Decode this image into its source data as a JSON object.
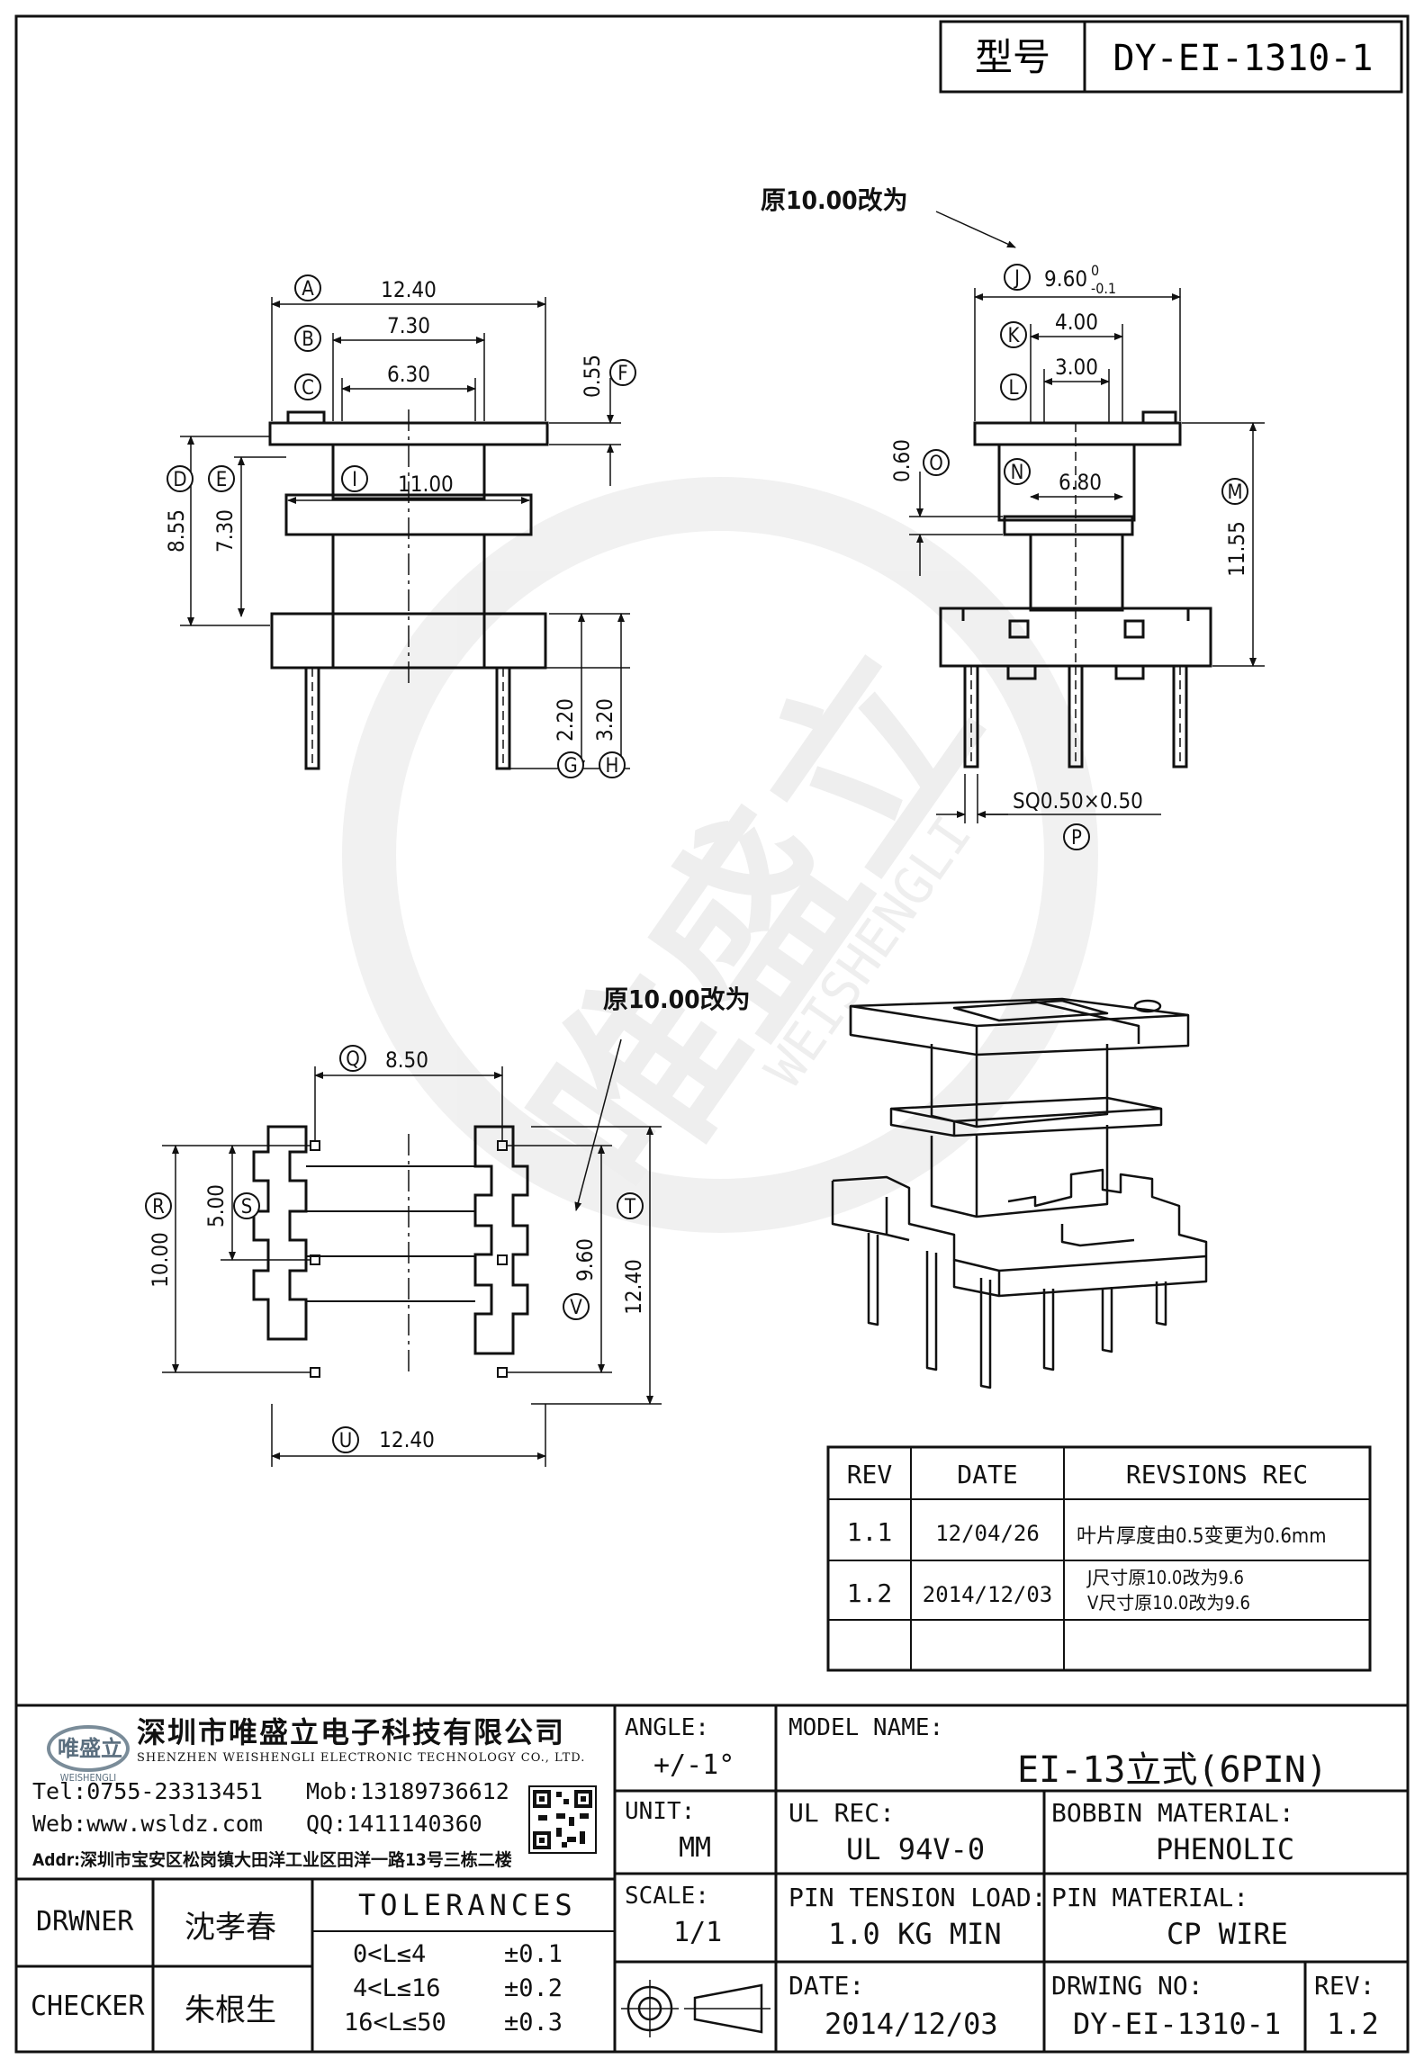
{
  "title_block_top": {
    "label": "型号",
    "value": "DY-EI-1310-1"
  },
  "notes": {
    "side_view_note": "原10.00改为",
    "bottom_view_note": "原10.00改为"
  },
  "front_view": {
    "dims": {
      "A": "12.40",
      "B": "7.30",
      "C": "6.30",
      "I": "11.00",
      "D": "8.55",
      "E": "7.30",
      "F": "0.55",
      "G": "2.20",
      "H": "3.20"
    },
    "balloons": [
      "A",
      "B",
      "C",
      "I",
      "D",
      "E",
      "F",
      "G",
      "H"
    ]
  },
  "side_view": {
    "dims": {
      "J": "9.60",
      "J_tol_upper": "0",
      "J_tol_lower": "-0.1",
      "K": "4.00",
      "L": "3.00",
      "N": "6.80",
      "O": "0.60",
      "M": "11.55",
      "P": "SQ0.50×0.50"
    },
    "balloons": [
      "J",
      "K",
      "L",
      "N",
      "O",
      "M",
      "P"
    ]
  },
  "bottom_view": {
    "dims": {
      "Q": "8.50",
      "R": "10.00",
      "S": "5.00",
      "V": "9.60",
      "T": "12.40",
      "U": "12.40"
    },
    "balloons": [
      "Q",
      "R",
      "S",
      "V",
      "T",
      "U"
    ]
  },
  "watermark": {
    "cn": "唯盛立",
    "en": "WEISHENGLI"
  },
  "revision_table": {
    "headers": [
      "REV",
      "DATE",
      "REVSIONS REC"
    ],
    "rows": [
      {
        "rev": "1.1",
        "date": "12/04/26",
        "rec": [
          "叶片厚度由0.5变更为0.6mm"
        ]
      },
      {
        "rev": "1.2",
        "date": "2014/12/03",
        "rec": [
          "J尺寸原10.0改为9.6",
          "V尺寸原10.0改为9.6"
        ]
      },
      {
        "rev": "",
        "date": "",
        "rec": [
          ""
        ]
      }
    ]
  },
  "company": {
    "logo_text": "唯盛立",
    "logo_sub": "WEISHENGLI",
    "name_cn": "深圳市唯盛立电子科技有限公司",
    "name_en": "SHENZHEN WEISHENGLI ELECTRONIC TECHNOLOGY CO., LTD.",
    "tel": "Tel:0755-23313451",
    "mob": "Mob:13189736612",
    "web": "Web:www.wsldz.com",
    "qq": "QQ:1411140360",
    "addr": "Addr:深圳市宝安区松岗镇大田洋工业区田洋一路13号三栋二楼"
  },
  "title_block": {
    "angle_label": "ANGLE:",
    "angle_value": "+/-1°",
    "model_name_label": "MODEL NAME:",
    "model_name_value": "EI-13立式(6PIN)",
    "unit_label": "UNIT:",
    "unit_value": "MM",
    "ul_rec_label": "UL REC:",
    "ul_rec_value": "UL 94V-0",
    "bobbin_material_label": "BOBBIN MATERIAL:",
    "bobbin_material_value": "PHENOLIC",
    "scale_label": "SCALE:",
    "scale_value": "1/1",
    "pin_tension_label": "PIN TENSION LOAD:",
    "pin_tension_value": "1.0 KG MIN",
    "pin_material_label": "PIN MATERIAL:",
    "pin_material_value": "CP WIRE",
    "date_label": "DATE:",
    "date_value": "2014/12/03",
    "drawing_no_label": "DRWING NO:",
    "drawing_no_value": "DY-EI-1310-1",
    "rev_label": "REV:",
    "rev_value": "1.2",
    "drawer_label": "DRWNER",
    "drawer_value": "沈孝春",
    "checker_label": "CHECKER",
    "checker_value": "朱根生",
    "tolerances_label": "TOLERANCES",
    "tolerances": [
      {
        "range": "0<L≤4",
        "tol": "±0.1"
      },
      {
        "range": "4<L≤16",
        "tol": "±0.2"
      },
      {
        "range": "16<L≤50",
        "tol": "±0.3"
      }
    ]
  }
}
